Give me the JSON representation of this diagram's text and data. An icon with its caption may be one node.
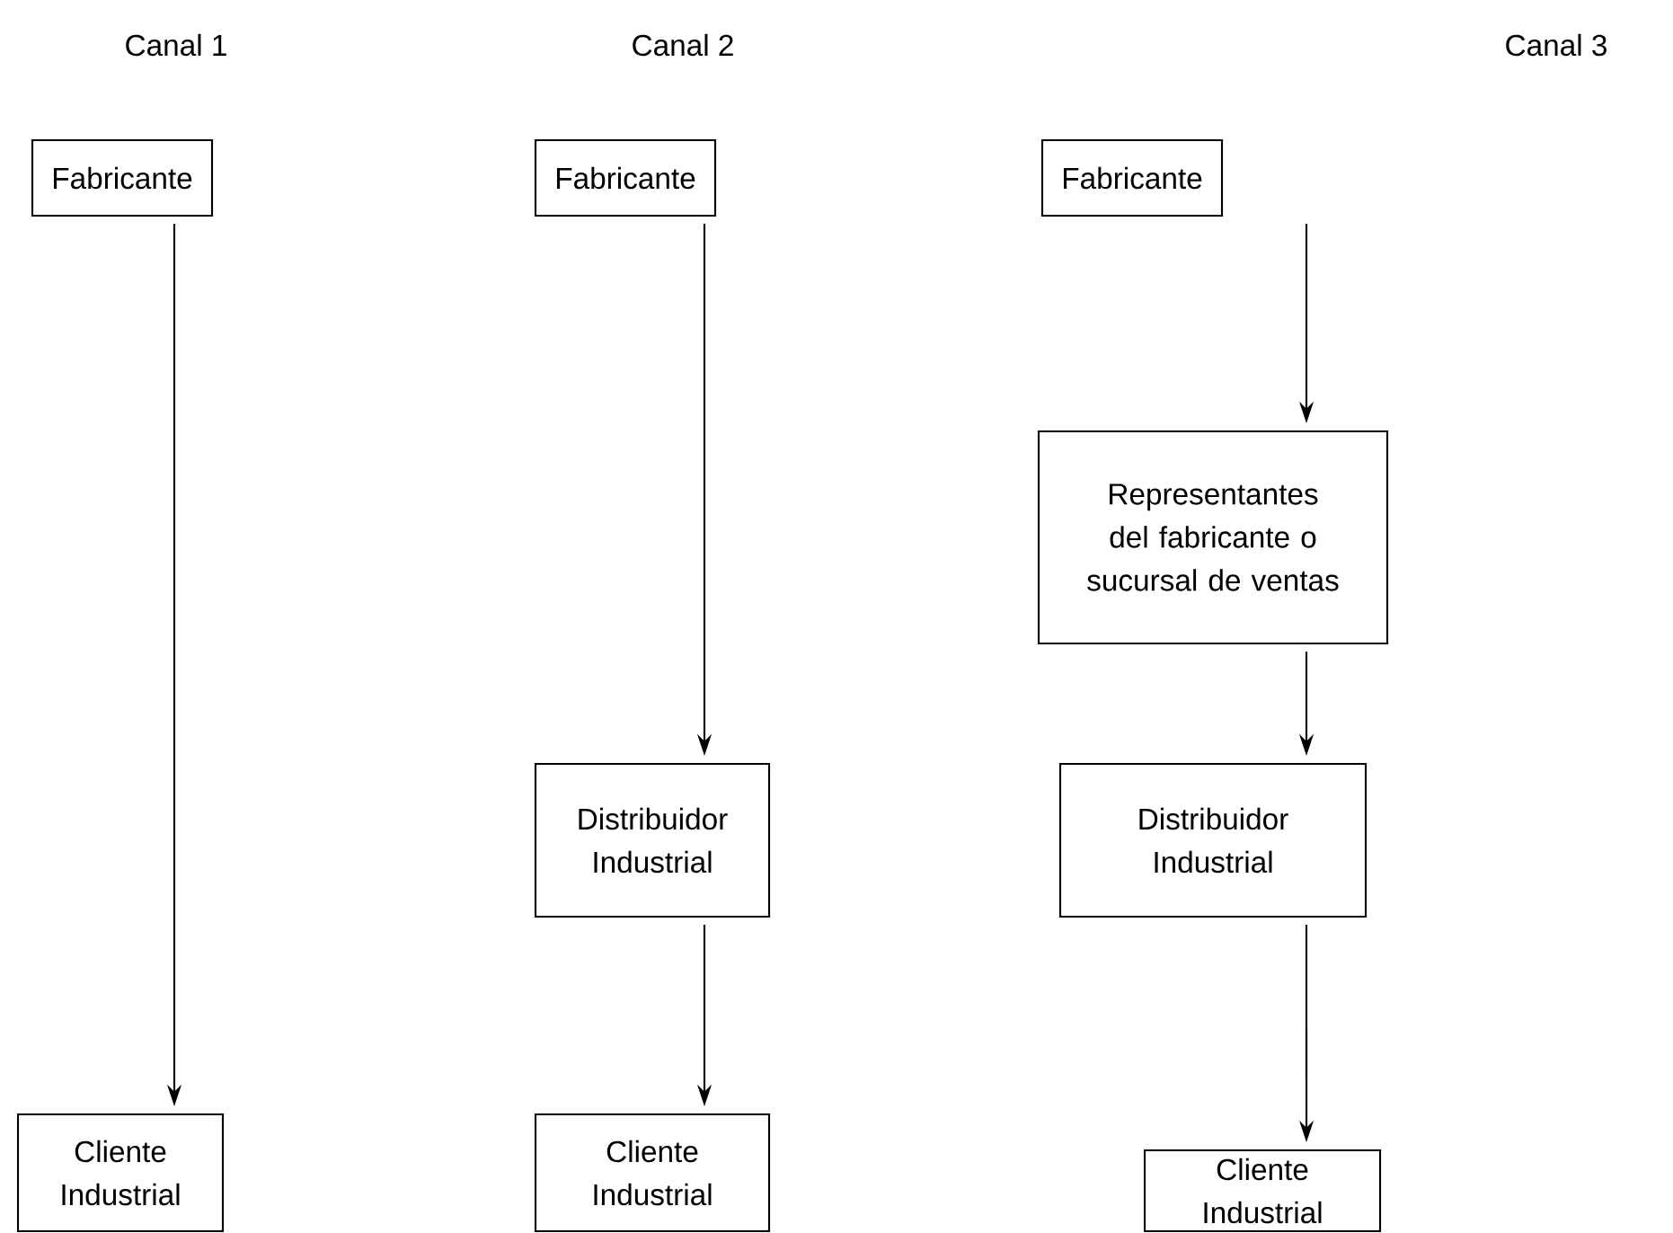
{
  "diagram": {
    "nodes": [
      {
        "text": [
          "Fabricante"
        ]
      },
      {
        "text": [
          "Cliente Industrial"
        ]
      },
      {
        "text": [
          "Fabricante"
        ]
      },
      {
        "text": [
          "Distribuidor Industrial"
        ]
      },
      {
        "text": [
          "Cliente Industrial"
        ]
      },
      {
        "text": [
          "Fabricante"
        ]
      },
      {
        "text": [
          "Representantes del fabricante o sucursal de ventas"
        ]
      },
      {
        "text": [
          "Distribuidor Industrial"
        ]
      },
      {
        "text": [
          "Cliente Industrial"
        ]
      }
    ],
    "edges": [
      {
        "from": 0,
        "to": 1,
        "arrow": "to"
      },
      {
        "from": 2,
        "to": 3,
        "arrow": "to"
      },
      {
        "from": 3,
        "to": 4,
        "arrow": "to"
      },
      {
        "from": 5,
        "to": 6,
        "arrow": "to"
      },
      {
        "from": 6,
        "to": 7,
        "arrow": "to"
      },
      {
        "from": 7,
        "to": 8,
        "arrow": "to"
      }
    ],
    "labels": [
      "Canal 1",
      "Canal 2",
      "Canal 3"
    ]
  }
}
